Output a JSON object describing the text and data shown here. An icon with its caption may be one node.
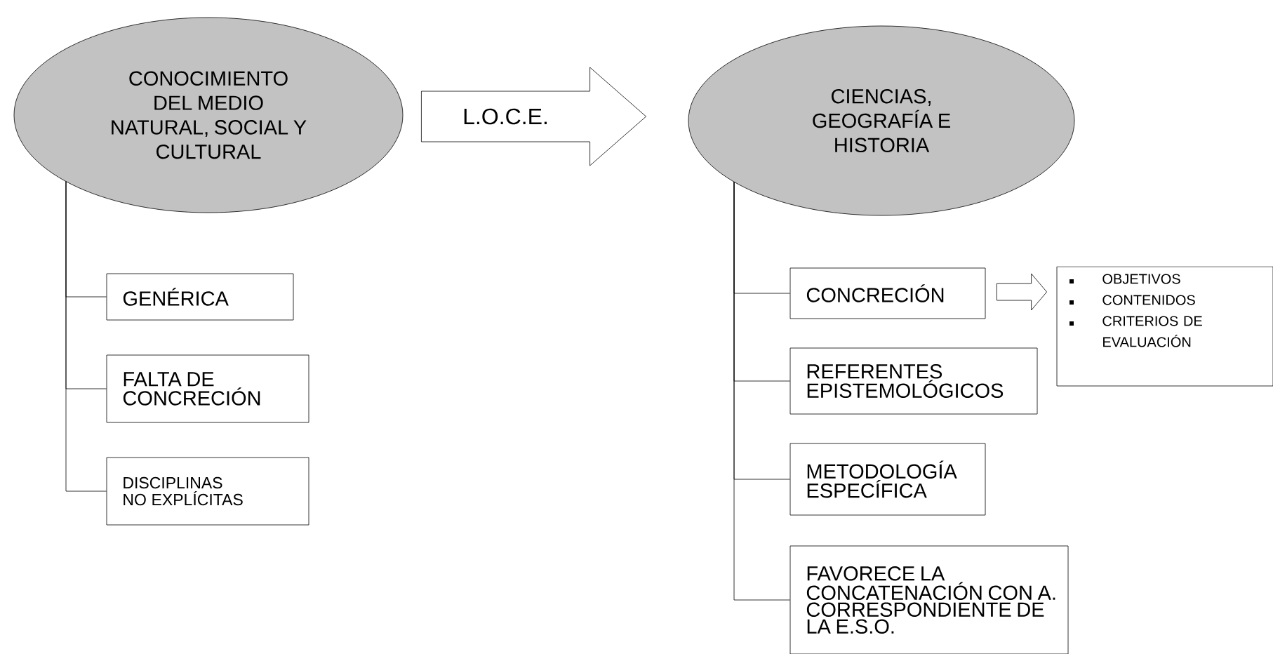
{
  "diagram": {
    "nodes": [
      {
        "text": [
          "CONOCIMIENTO DEL MEDIO NATURAL, SOCIAL Y CULTURAL"
        ]
      },
      {
        "text": [
          "CIENCIAS, GEOGRAFÍA E HISTORIA"
        ]
      },
      {
        "text": [
          "GENÉRICA"
        ]
      },
      {
        "text": [
          "FALTA DE CONCRECIÓN"
        ]
      },
      {
        "text": [
          "DISCIPLINAS NO EXPLÍCITAS"
        ]
      },
      {
        "text": [
          "CONCRECIÓN"
        ]
      },
      {
        "text": [
          "OBJETIVOS",
          "CONTENIDOS",
          "CRITERIOS DE EVALUACIÓN"
        ]
      },
      {
        "text": [
          "REFERENTES EPISTEMOLÓGICOS"
        ]
      },
      {
        "text": [
          "METODOLOGÍA ESPECÍFICA"
        ]
      },
      {
        "text": [
          "FAVORECE LA CONCATENACIÓN CON A. CORRESPONDIENTE DE LA E.S.O."
        ]
      }
    ],
    "edges": [
      {
        "from": 0,
        "to": 1,
        "arrow": "to",
        "label": "L.O.C.E."
      },
      {
        "from": 0,
        "to": 2,
        "arrow": "none"
      },
      {
        "from": 0,
        "to": 3,
        "arrow": "none"
      },
      {
        "from": 0,
        "to": 4,
        "arrow": "none"
      },
      {
        "from": 1,
        "to": 5,
        "arrow": "none"
      },
      {
        "from": 5,
        "to": 6,
        "arrow": "to"
      },
      {
        "from": 1,
        "to": 7,
        "arrow": "none"
      },
      {
        "from": 1,
        "to": 8,
        "arrow": "none"
      },
      {
        "from": 1,
        "to": 9,
        "arrow": "none"
      }
    ]
  }
}
